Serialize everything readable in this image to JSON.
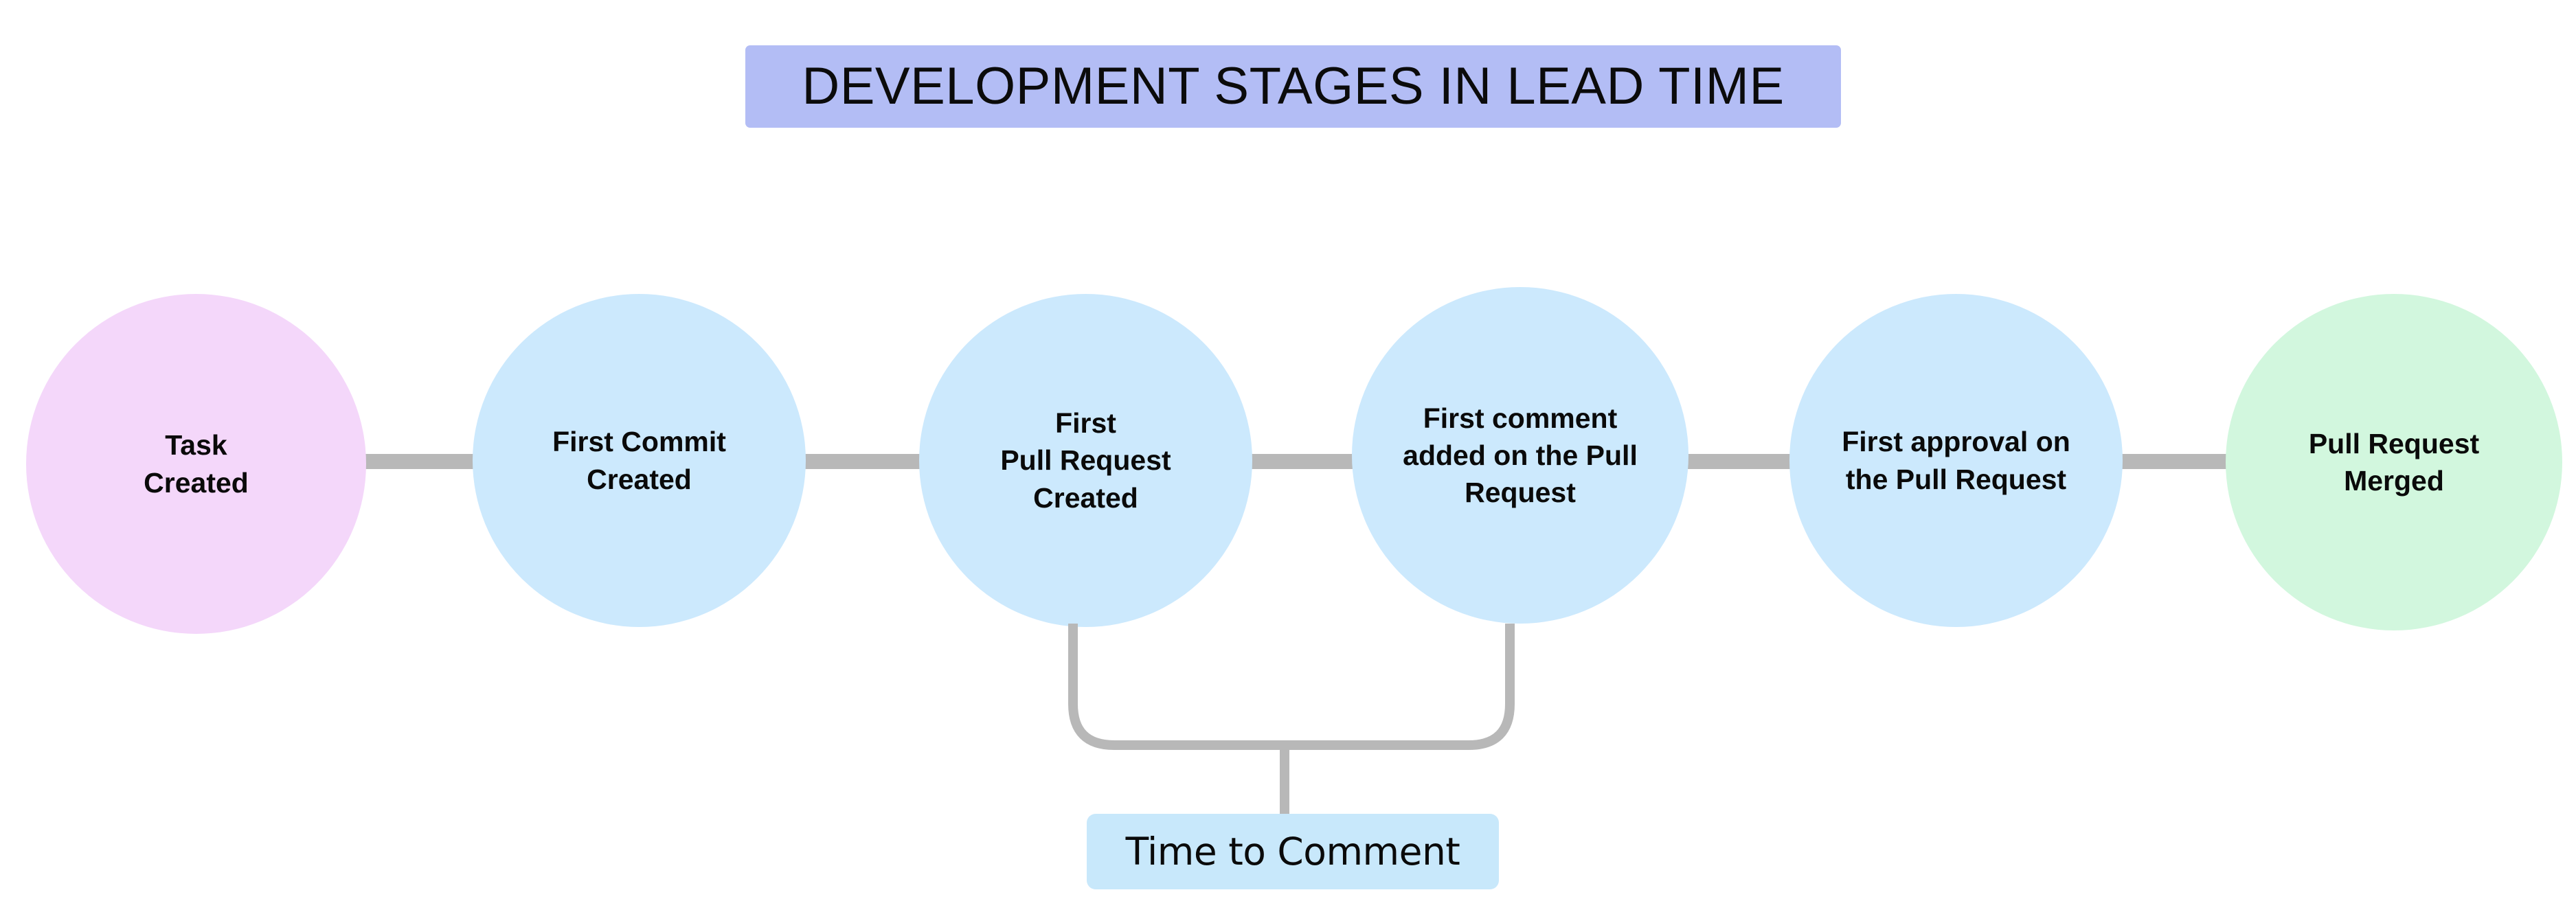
{
  "diagram": {
    "title": "DEVELOPMENT STAGES IN LEAD TIME",
    "title_background_color": "#b3bdf5",
    "background_color": "#ffffff",
    "connector_color": "#b8b8b8",
    "nodes": [
      {
        "id": "task-created",
        "label": "Task\nCreated",
        "color": "#f4d7fa",
        "shape": "circle"
      },
      {
        "id": "first-commit-created",
        "label": "First Commit\nCreated",
        "color": "#cce9fd",
        "shape": "circle"
      },
      {
        "id": "first-pull-request-created",
        "label": "First\nPull Request\nCreated",
        "color": "#cce9fd",
        "shape": "circle"
      },
      {
        "id": "first-comment-added",
        "label": "First comment\nadded on the Pull\nRequest",
        "color": "#cce9fd",
        "shape": "circle"
      },
      {
        "id": "first-approval",
        "label": "First approval on\nthe Pull Request",
        "color": "#cce9fd",
        "shape": "circle"
      },
      {
        "id": "pull-request-merged",
        "label": "Pull Request\nMerged",
        "color": "#d2f7de",
        "shape": "circle"
      }
    ],
    "metric": {
      "label": "Time to Comment",
      "color": "#c8e8fb",
      "spans_from": "first-pull-request-created",
      "spans_to": "first-comment-added"
    }
  }
}
